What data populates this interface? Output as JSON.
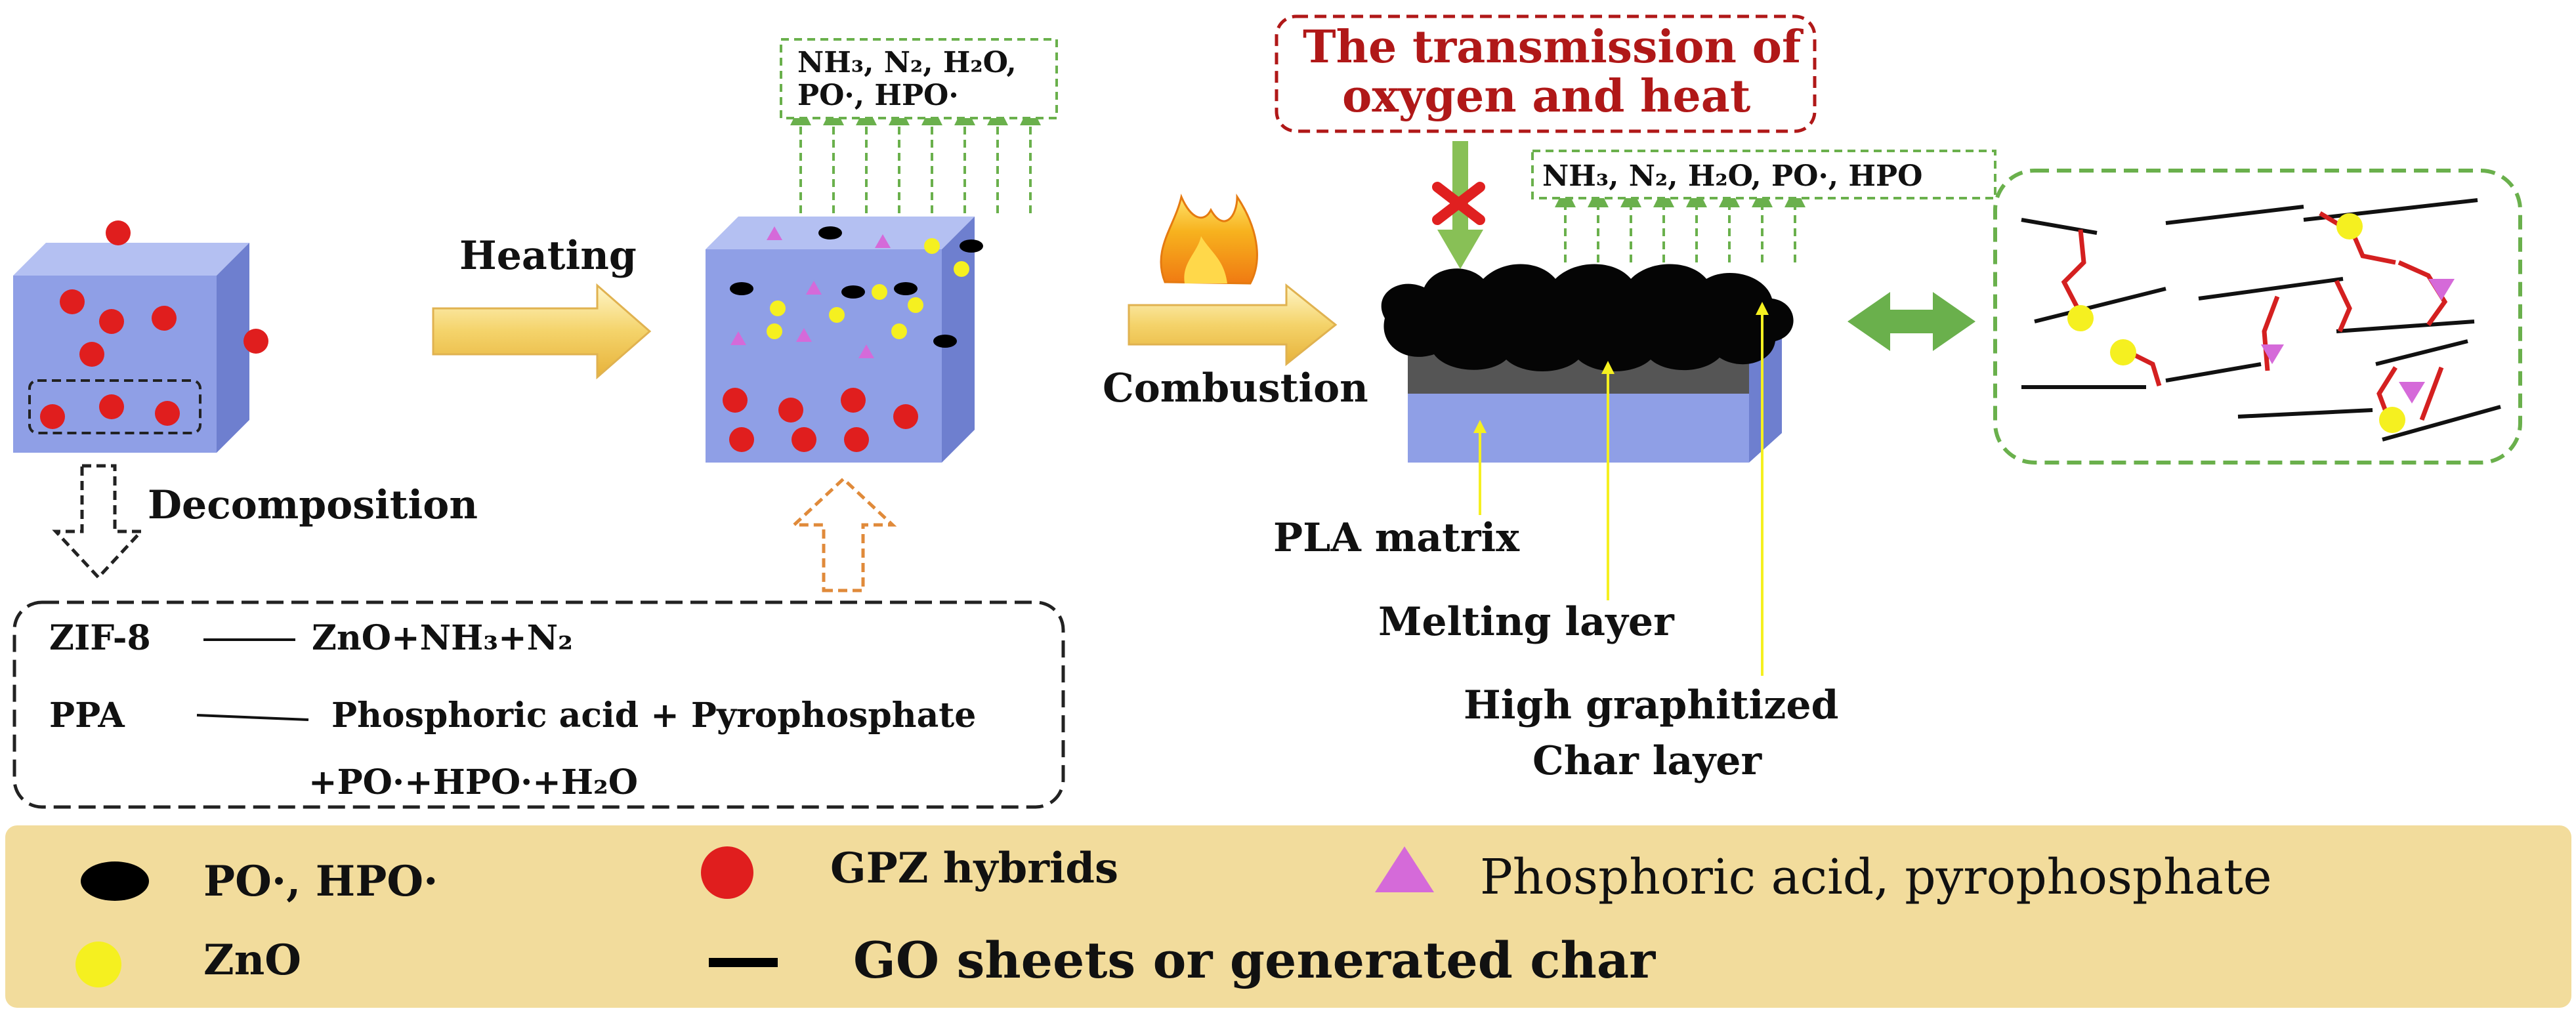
{
  "labels": {
    "heating": "Heating",
    "combustion": "Combustion",
    "decomposition": "Decomposition",
    "gases_top_line1": "NH₃, N₂, H₂O,",
    "gases_top_line2": "PO·, HPO·",
    "gases_right": "NH₃, N₂, H₂O, PO·, HPO",
    "transmission_line1": "The transmission of",
    "transmission_line2": "oxygen and heat",
    "pla_matrix": "PLA matrix",
    "melting_layer": "Melting layer",
    "char_line1": "High graphitized",
    "char_line2": "Char layer"
  },
  "reactions": {
    "zif8_reactant": "ZIF-8",
    "zif8_product": "ZnO+NH₃+N₂",
    "ppa_reactant": "PPA",
    "ppa_product": "Phosphoric acid + Pyrophosphate",
    "ppa_product_line2": "+PO·+HPO·+H₂O"
  },
  "legend": {
    "items": [
      {
        "label": "PO·, HPO·",
        "icon": "black-ellipse-icon"
      },
      {
        "label": "GPZ hybrids",
        "icon": "red-dot-icon"
      },
      {
        "label": "Phosphoric acid,  pyrophosphate",
        "icon": "magenta-triangle-icon"
      },
      {
        "label": "ZnO",
        "icon": "yellow-dot-icon"
      },
      {
        "label": "GO sheets or generated char",
        "icon": "black-line-icon"
      }
    ]
  },
  "colors": {
    "cube_front": "#8f9fe6",
    "cube_top": "#b4c0f2",
    "cube_side": "#6e7fcf",
    "gpz_red": "#e01e1e",
    "zno_yellow": "#f5f020",
    "phosphate_magenta": "#d56ad9",
    "green": "#6ab04c",
    "legend_bg": "#f2dc9c",
    "transmission_red": "#b01818"
  }
}
